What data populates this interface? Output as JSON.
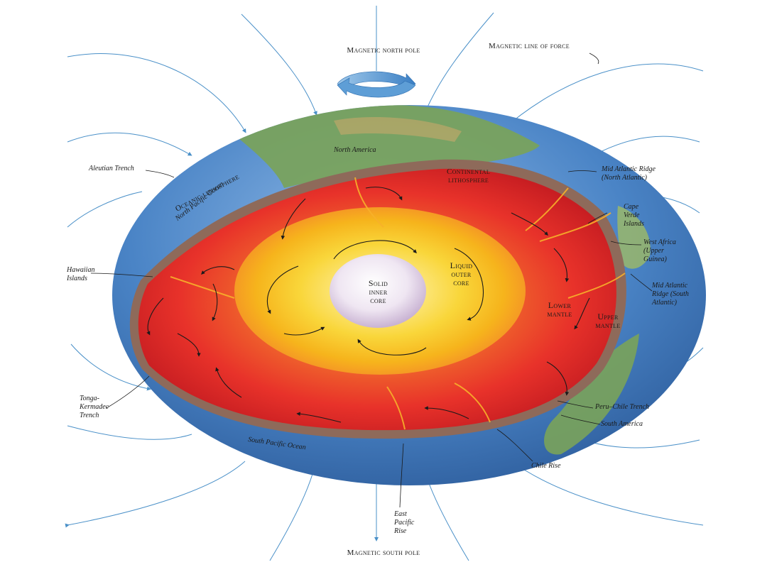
{
  "title_labels": {
    "north_pole": "Magnetic north pole",
    "south_pole": "Magnetic south pole",
    "line_of_force": "Magnetic line of force"
  },
  "layers": {
    "continental_lithosphere": "Continental\nlithosphere",
    "oceanic_lithosphere": "Oceanic lithosphere",
    "solid_inner_core": "Solid\ninner\ncore",
    "liquid_outer_core": "Liquid\nouter\ncore",
    "lower_mantle": "Lower\nmantle",
    "upper_mantle": "Upper\nmantle"
  },
  "places": {
    "north_america": "North America",
    "north_pacific_ocean": "North Pacific Ocean",
    "south_pacific_ocean": "South Pacific Ocean",
    "aleutian_trench": "Aleutian Trench",
    "hawaiian_islands": "Hawaiian\nIslands",
    "tonga_kermadec_trench": "Tonga-\nKermadec\nTrench",
    "mid_atlantic_ridge_north": "Mid Atlantic Ridge\n(North Atlantic)",
    "cape_verde_islands": "Cape\nVerde\nIslands",
    "west_africa": "West Africa\n(Upper\nGuinea)",
    "mid_atlantic_ridge_south": "Mid Atlantic\nRidge (South\nAtlantic)",
    "peru_chile_trench": "Peru–Chile Trench",
    "south_america": "South America",
    "chile_rise": "Chile Rise",
    "east_pacific_rise": "East\nPacific\nRise"
  },
  "colors": {
    "ocean": "#3f7fc4",
    "land": "#7aa35a",
    "mantle": "#e8322a",
    "outer_core": "#f6c21a",
    "inner_core": "#f3eef5",
    "field_line": "#4a90c8"
  }
}
